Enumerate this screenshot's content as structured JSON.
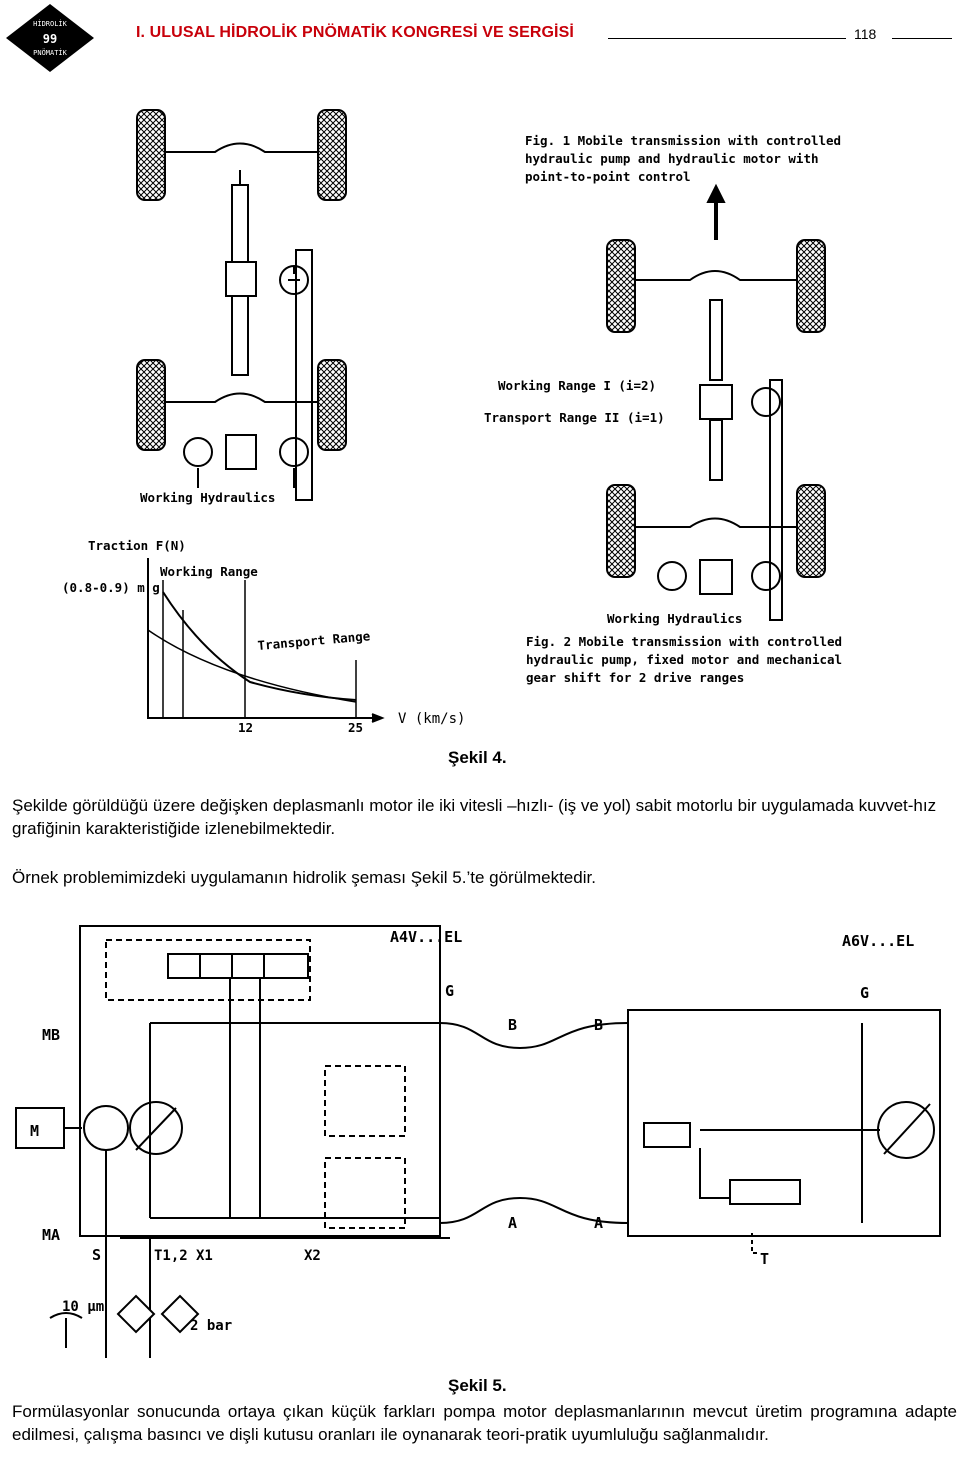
{
  "header": {
    "logo_top": "HİDROLİK",
    "logo_mid": "99",
    "logo_bottom": "PNÖMATİK",
    "title": "I. ULUSAL HİDROLİK PNÖMATİK KONGRESİ VE SERGİSİ",
    "page_number": "118"
  },
  "figure4": {
    "fig1_caption": [
      "Fig. 1  Mobile transmission with controlled",
      "hydraulic pump and hydraulic motor with",
      "point-to-point control"
    ],
    "fig2_caption": [
      "Fig. 2  Mobile transmission with controlled",
      "hydraulic pump, fixed motor and mechanical",
      "gear shift for 2 drive ranges"
    ],
    "working_hydraulics_1": "Working Hydraulics",
    "working_hydraulics_2": "Working Hydraulics",
    "working_range_1": "Working Range I (i=2)",
    "transport_range_2": "Transport Range II (i=1)",
    "graph": {
      "ylabel": "Traction F(N)",
      "ymark": "(0.8-0.9) m g",
      "working_range": "Working Range",
      "transport_range": "Transport Range",
      "xtick_1": "12",
      "xtick_2": "25",
      "xlabel": "V (km/s)"
    },
    "caption": "Şekil 4."
  },
  "paragraph1": "Şekilde görüldüğü üzere değişken deplasmanlı motor ile iki vitesli –hızlı- (iş ve yol) sabit motorlu bir uygulamada kuvvet-hız grafiğinin karakteristiğide izlenebilmektedir.",
  "paragraph2": "Örnek problemimizdeki uygulamanın hidrolik şeması Şekil 5.’te görülmektedir.",
  "figure5": {
    "label_a4v": "A4V...EL",
    "label_a6v": "A6V...EL",
    "g_left": "G",
    "g_right": "G",
    "b_left": "B",
    "b_right": "B",
    "a_left": "A",
    "a_right": "A",
    "mb": "MB",
    "ma": "MA",
    "motor": "M",
    "s": "S",
    "t12": "T1,2",
    "x1": "X1",
    "x2": "X2",
    "t_right": "T",
    "filter": "10 µm",
    "bar": "2 bar",
    "caption": "Şekil 5."
  },
  "paragraph3": "Formülasyonlar sonucunda ortaya çıkan küçük farkları pompa motor deplasmanlarının mevcut üretim programına adapte edilmesi, çalışma basıncı ve dişli kutusu oranları ile oynanarak teori-pratik uyumluluğu sağlanmalıdır."
}
